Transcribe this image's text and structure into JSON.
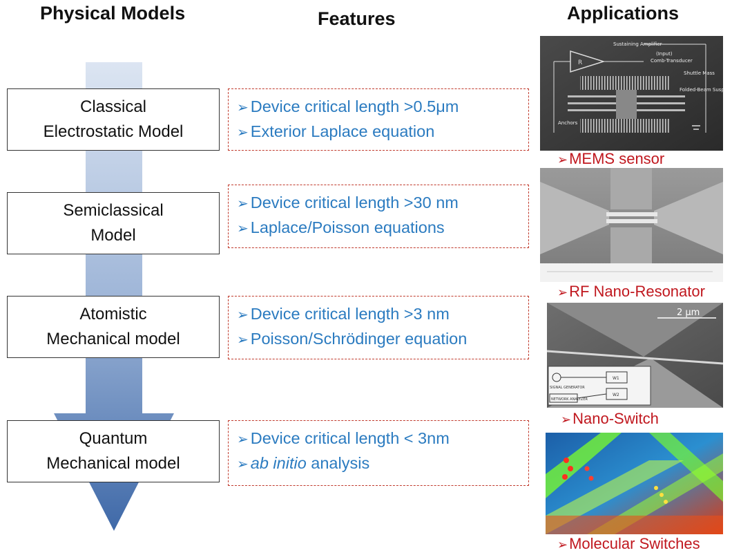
{
  "headers": {
    "physical_models": "Physical Models",
    "features": "Features",
    "applications": "Applications"
  },
  "models": [
    {
      "line1": "Classical",
      "line2": "Electrostatic Model"
    },
    {
      "line1": "Semiclassical",
      "line2": "Model"
    },
    {
      "line1": "Atomistic",
      "line2": "Mechanical model"
    },
    {
      "line1": "Quantum",
      "line2": "Mechanical model"
    }
  ],
  "features": [
    {
      "line1": "Device critical length >0.5μm",
      "line2": "Exterior Laplace equation"
    },
    {
      "line1": "Device critical length >30 nm",
      "line2": "Laplace/Poisson equations"
    },
    {
      "line1": "Device critical length >3 nm",
      "line2": "Poisson/Schrödinger equation"
    },
    {
      "line1": "Device critical length < 3nm",
      "line2_italic": "ab initio",
      "line2_rest": " analysis"
    }
  ],
  "bullet": "➢",
  "applications": [
    {
      "label": "MEMS sensor"
    },
    {
      "label": "RF Nano-Resonator"
    },
    {
      "label": "Nano-Switch"
    },
    {
      "label": "Molecular Switches"
    }
  ],
  "image_text": {
    "mems_amplifier": "Sustaining Amplifier",
    "mems_input": "(Input)",
    "mems_comb": "Comb-Transducer",
    "mems_shuttle": "Shuttle Mass",
    "mems_folded": "Folded-Beam Suspension",
    "mems_anchors": "Anchors",
    "nano_scale": "2 μm",
    "nano_signal": "SIGNAL GENERATOR",
    "nano_network": "NETWORK ANALYZER",
    "nano_w1": "W1",
    "nano_w2": "W2"
  },
  "colors": {
    "feature_text": "#2b7bc0",
    "feature_border": "#c0392b",
    "app_label": "#c0171e",
    "arrow_top": "#d8e2f0",
    "arrow_bottom": "#4a72ad"
  }
}
